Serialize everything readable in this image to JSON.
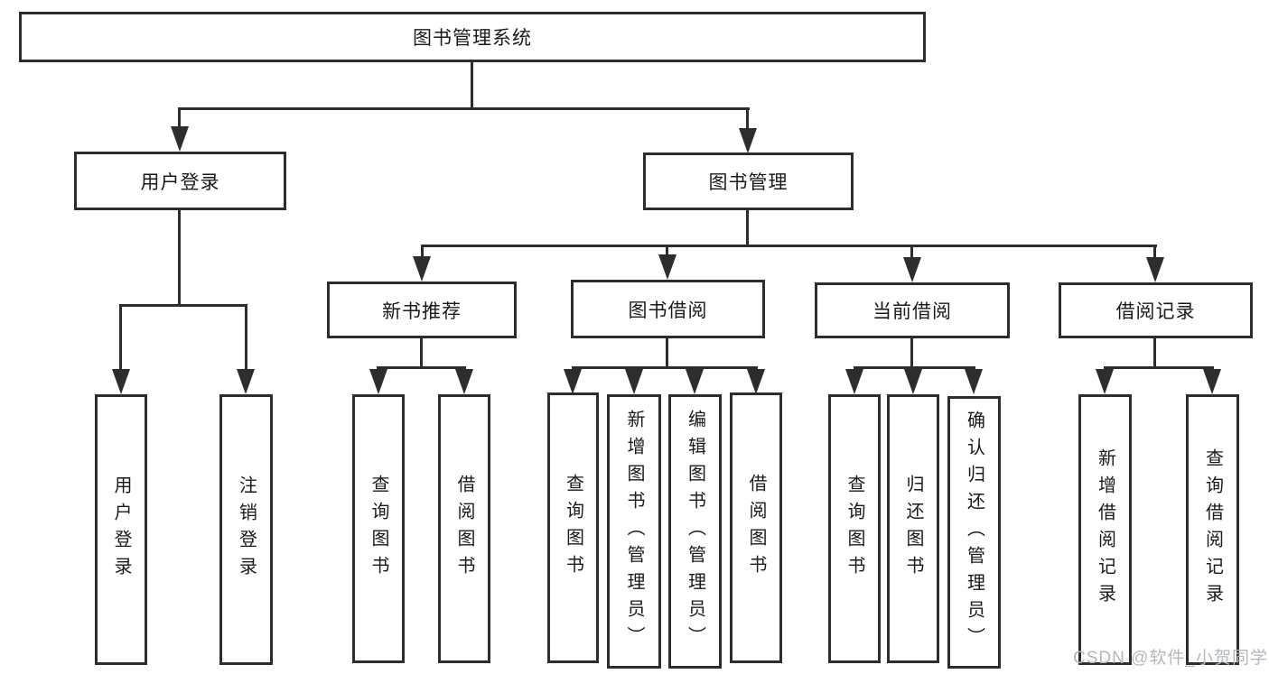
{
  "page": {
    "background": "#ffffff"
  },
  "colors": {
    "line": "#2d2d2d",
    "box_border": "#2d2d2d",
    "text": "#1a1a1a",
    "watermark": "#b4b8bc"
  },
  "tree": {
    "root": {
      "label": "图书管理系统"
    },
    "user_login": {
      "label": "用户登录",
      "children": [
        {
          "label": "用户登录"
        },
        {
          "label": "注销登录"
        }
      ]
    },
    "book_mgmt": {
      "label": "图书管理",
      "sections": [
        {
          "label": "新书推荐",
          "children": [
            {
              "label": "查询图书"
            },
            {
              "label": "借阅图书"
            }
          ]
        },
        {
          "label": "图书借阅",
          "children": [
            {
              "label": "查询图书"
            },
            {
              "label": "新增图书（管理员）"
            },
            {
              "label": "编辑图书（管理员）"
            },
            {
              "label": "借阅图书"
            }
          ]
        },
        {
          "label": "当前借阅",
          "children": [
            {
              "label": "查询图书"
            },
            {
              "label": "归还图书"
            },
            {
              "label": "确认归还（管理员）"
            }
          ]
        },
        {
          "label": "借阅记录",
          "children": [
            {
              "label": "新增借阅记录"
            },
            {
              "label": "查询借阅记录"
            }
          ]
        }
      ]
    }
  },
  "watermark": {
    "text": "CSDN @软件_小贺同学"
  }
}
